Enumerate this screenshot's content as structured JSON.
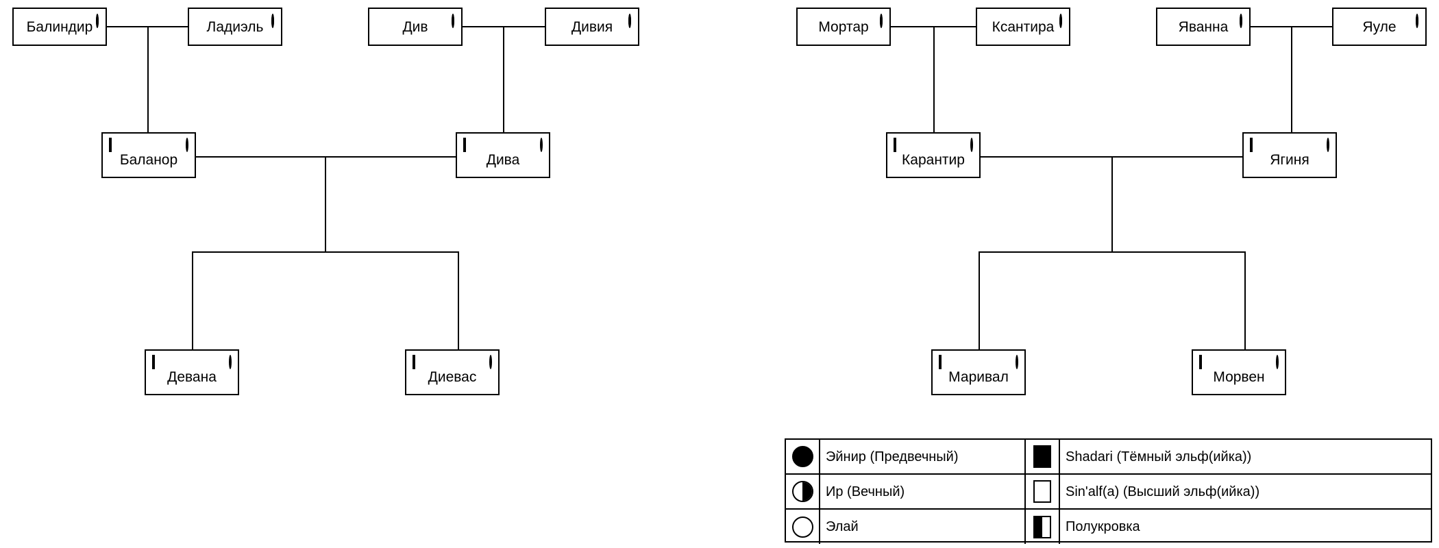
{
  "diagram": {
    "type": "genealogy-family-tree",
    "background_color": "#ffffff",
    "line_color": "#000000",
    "box_border_color": "#000000"
  },
  "families": [
    {
      "id": "family-left",
      "generations": [
        {
          "id": "gen1-left",
          "people": [
            {
              "id": "balindir",
              "name": "Балиндир",
              "race_icon": "filled-circle",
              "icon_position": "corner"
            },
            {
              "id": "ladiel",
              "name": "Ладиэль",
              "race_icon": "filled-circle",
              "icon_position": "corner"
            },
            {
              "id": "div",
              "name": "Див",
              "race_icon": "filled-circle",
              "icon_position": "corner"
            },
            {
              "id": "diviya",
              "name": "Дивия",
              "race_icon": "filled-circle",
              "icon_position": "corner"
            }
          ]
        },
        {
          "id": "gen2-left",
          "people": [
            {
              "id": "balanor",
              "name": "Баланор",
              "left_icon": "hollow-square",
              "right_icon": "half-circle"
            },
            {
              "id": "diva",
              "name": "Дива",
              "left_icon": "hollow-square",
              "right_icon": "half-circle"
            }
          ]
        },
        {
          "id": "gen3-left",
          "people": [
            {
              "id": "devana",
              "name": "Девана",
              "left_icon": "hollow-square",
              "right_icon": "hollow-circle"
            },
            {
              "id": "dievas",
              "name": "Диевас",
              "left_icon": "hollow-square",
              "right_icon": "hollow-circle"
            }
          ]
        }
      ]
    },
    {
      "id": "family-right",
      "generations": [
        {
          "id": "gen1-right",
          "people": [
            {
              "id": "mortar",
              "name": "Мортар",
              "race_icon": "filled-circle",
              "icon_position": "corner"
            },
            {
              "id": "ksantira",
              "name": "Ксантира",
              "race_icon": "filled-circle",
              "icon_position": "corner"
            },
            {
              "id": "yavanna",
              "name": "Яванна",
              "race_icon": "filled-circle",
              "icon_position": "corner"
            },
            {
              "id": "yaule",
              "name": "Яуле",
              "race_icon": "filled-circle",
              "icon_position": "corner"
            }
          ]
        },
        {
          "id": "gen2-right",
          "people": [
            {
              "id": "karantir",
              "name": "Карантир",
              "left_icon": "filled-square",
              "right_icon": "half-circle"
            },
            {
              "id": "yaginya",
              "name": "Ягиня",
              "left_icon": "hollow-square",
              "right_icon": "half-circle"
            }
          ]
        },
        {
          "id": "gen3-right",
          "people": [
            {
              "id": "marival",
              "name": "Маривал",
              "left_icon": "half-square",
              "right_icon": "hollow-circle"
            },
            {
              "id": "morven",
              "name": "Морвен",
              "left_icon": "half-square",
              "right_icon": "hollow-circle"
            }
          ]
        }
      ]
    }
  ],
  "legend": {
    "rows": [
      {
        "left": {
          "icon": "filled-circle",
          "label": "Эйнир (Предвечный)"
        },
        "right": {
          "icon": "filled-square",
          "label": "Shadari (Тёмный эльф(ийка))"
        }
      },
      {
        "left": {
          "icon": "half-circle",
          "label": "Ир (Вечный)"
        },
        "right": {
          "icon": "hollow-square",
          "label": "Sin'alf(a) (Высший эльф(ийка))"
        }
      },
      {
        "left": {
          "icon": "hollow-circle",
          "label": "Элай"
        },
        "right": {
          "icon": "half-square",
          "label": "Полукровка"
        }
      }
    ]
  }
}
